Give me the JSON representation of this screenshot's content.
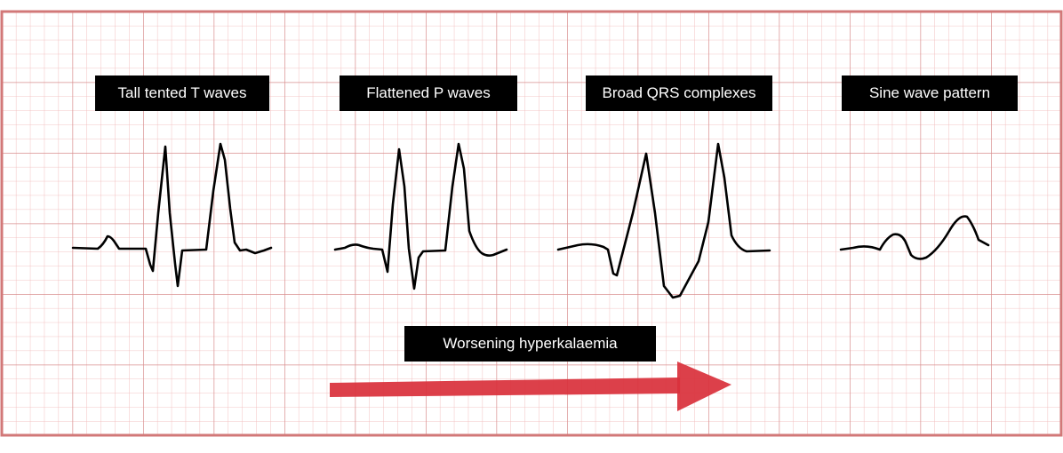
{
  "stages": [
    {
      "label": "Tall tented T waves"
    },
    {
      "label": "Flattened P waves"
    },
    {
      "label": "Broad QRS complexes"
    },
    {
      "label": "Sine wave pattern"
    }
  ],
  "progression": {
    "label": "Worsening hyperkalaemia"
  },
  "colors": {
    "grid_minor": "#f0b4b4",
    "grid_major": "#d88f8f",
    "border": "#d27878",
    "trace": "#000000",
    "label_bg": "#000000",
    "label_text": "#ffffff",
    "arrow": "#d9323c"
  }
}
